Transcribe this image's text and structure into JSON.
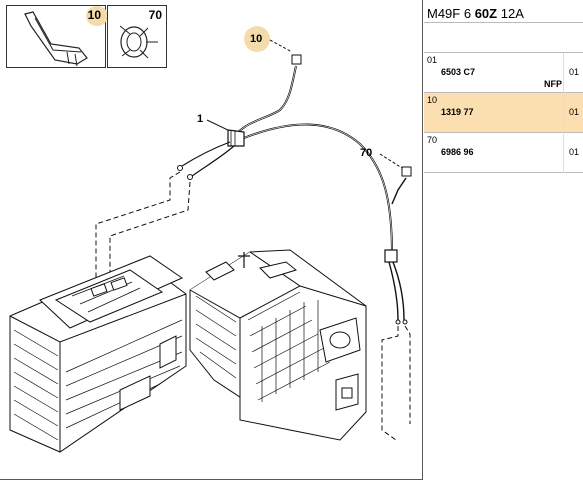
{
  "header": {
    "model": "M49F 6",
    "model_bold": "60Z",
    "model_suffix": "12A"
  },
  "thumbnails": [
    {
      "num": "10",
      "icon": "bracket-icon"
    },
    {
      "num": "70",
      "icon": "clip-icon"
    }
  ],
  "callouts": {
    "c10": "10",
    "c1": "1",
    "c70": "70"
  },
  "parts": [
    {
      "ref": "01",
      "code": "6503 C7",
      "qty": "01",
      "note": "NFP"
    },
    {
      "ref": "10",
      "code": "1319 77",
      "qty": "01",
      "note": ""
    },
    {
      "ref": "70",
      "code": "6986 96",
      "qty": "01",
      "note": ""
    }
  ],
  "colors": {
    "selected_row": "#fbdfb0",
    "badge": "#f4dcaa"
  }
}
